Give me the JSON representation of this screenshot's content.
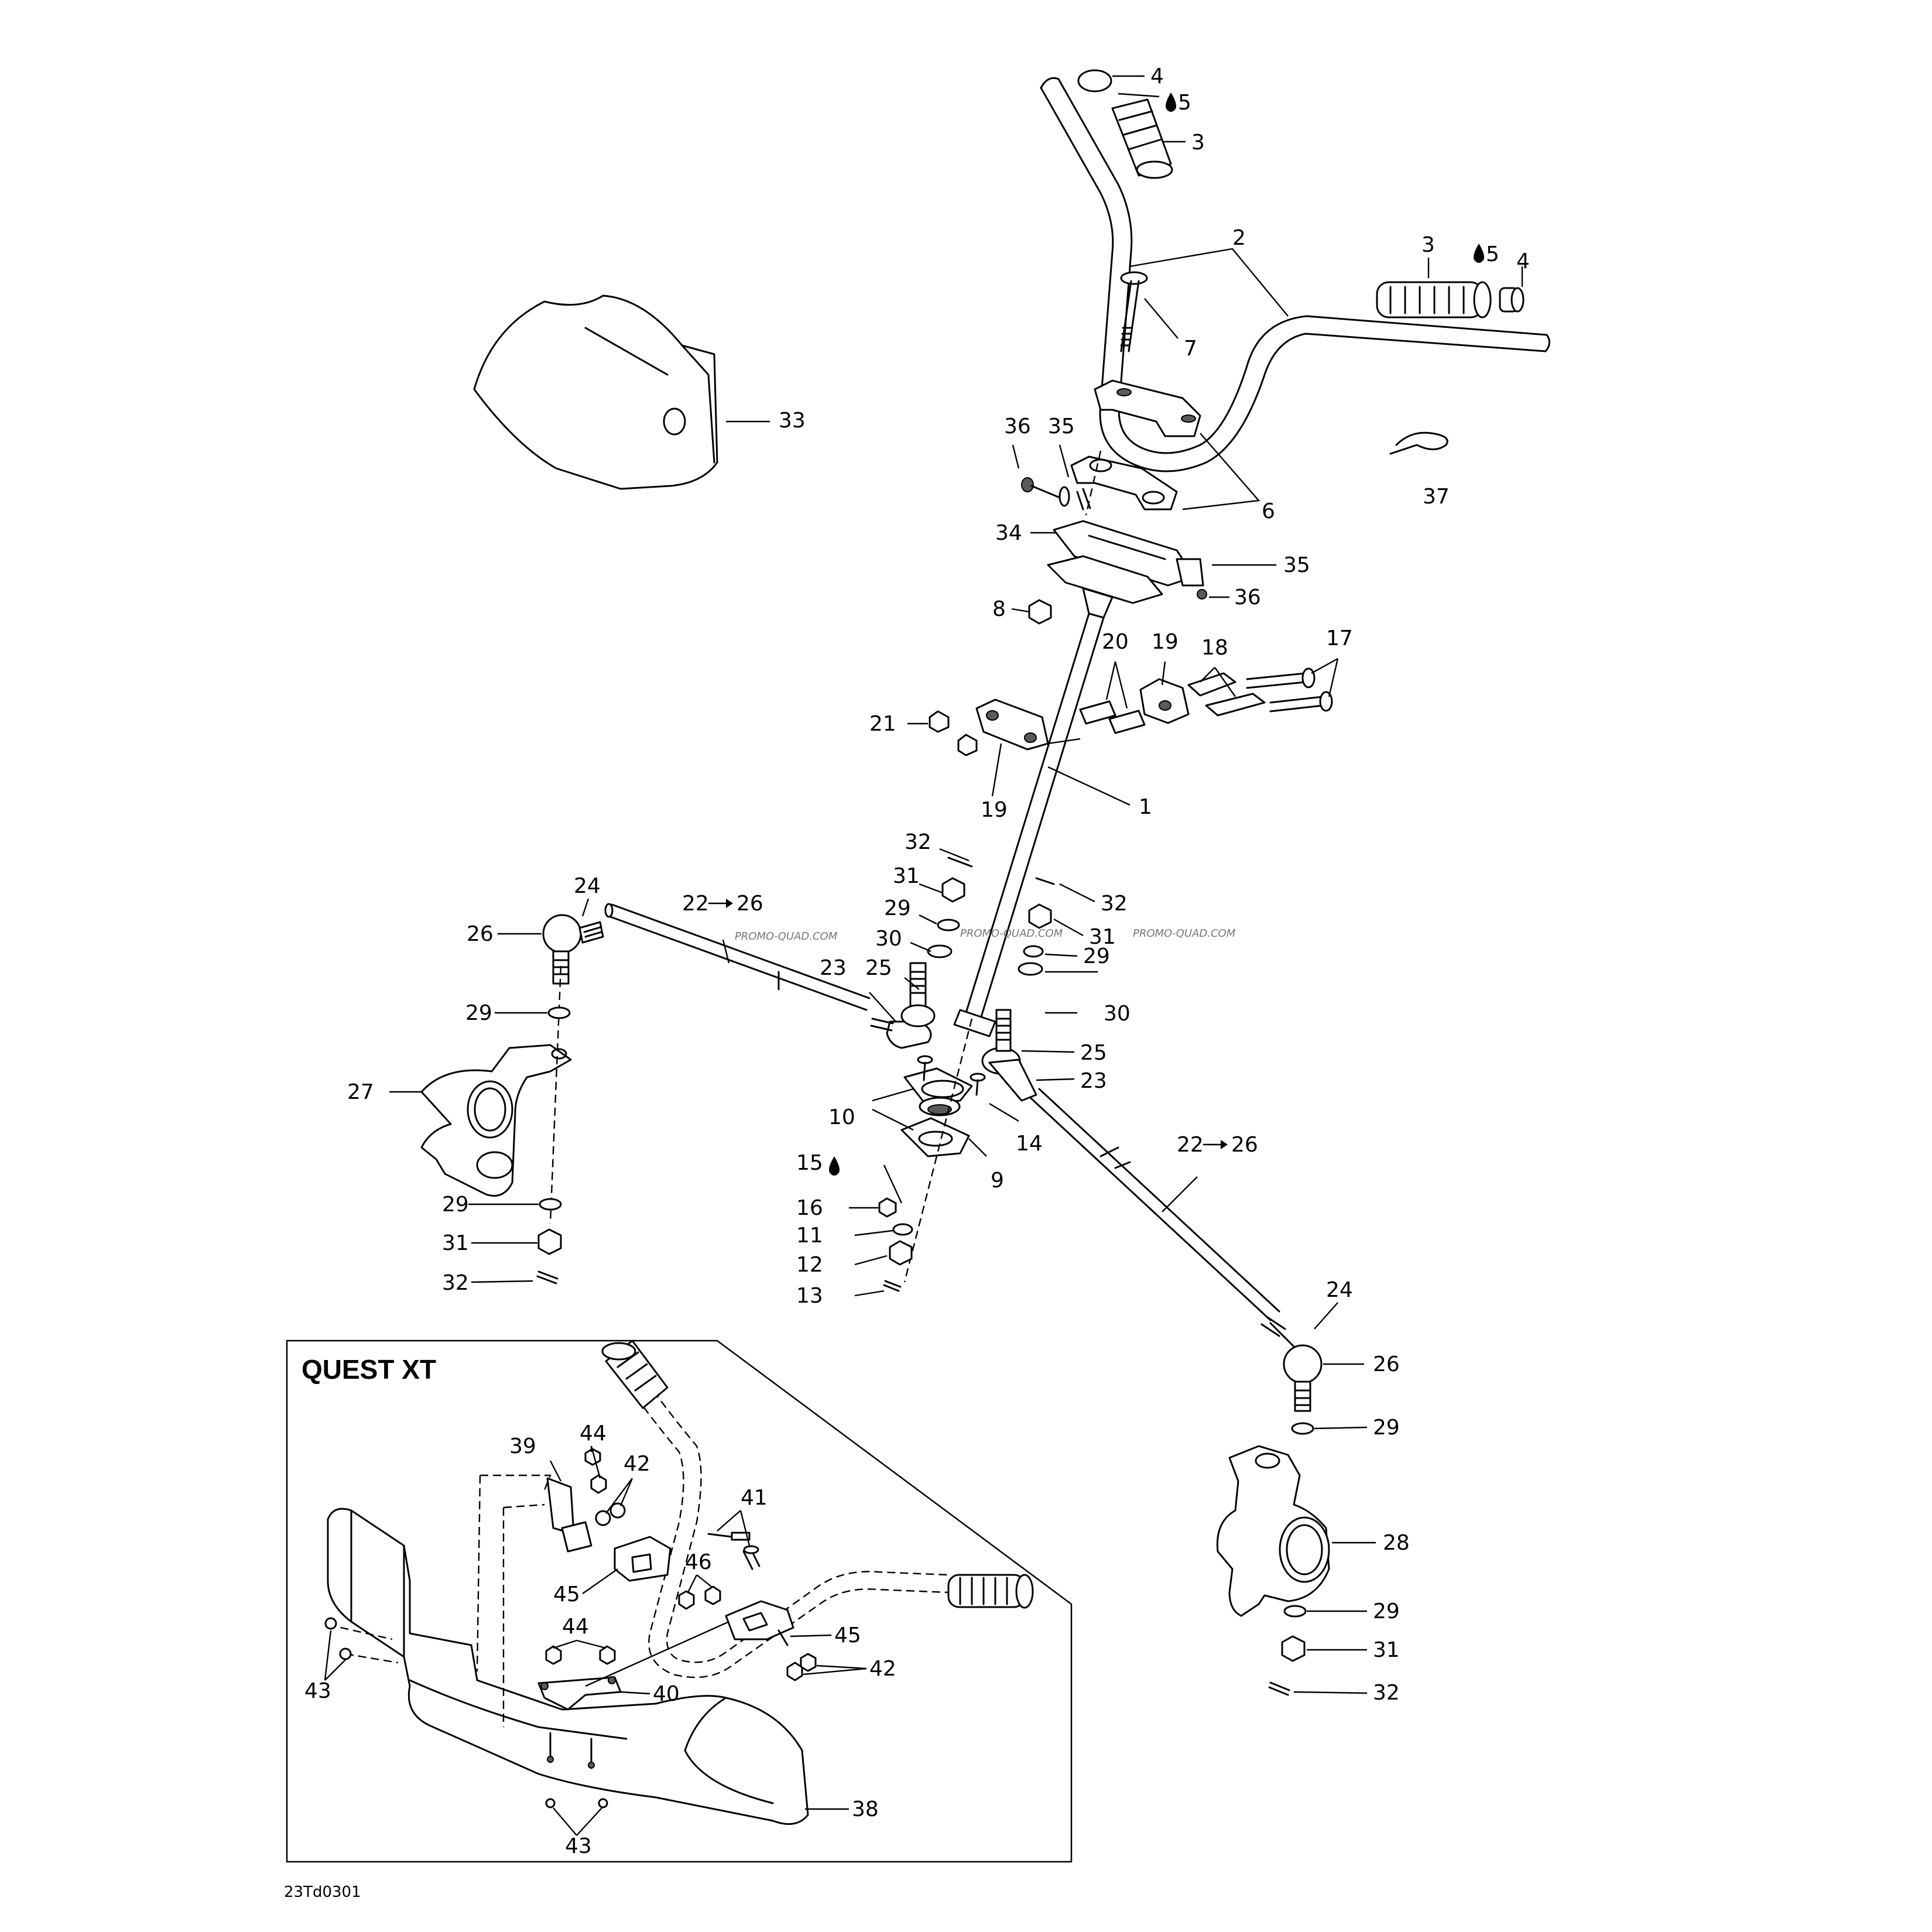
{
  "inset": {
    "title": "QUEST XT"
  },
  "drawing_code": "23Td0301",
  "watermark": "PROMO-QUAD.COM",
  "labels": {
    "n1": "1",
    "n2": "2",
    "n3a": "3",
    "n3b": "3",
    "n4a": "4",
    "n4b": "4",
    "n5a": "5",
    "n5b": "5",
    "n6": "6",
    "n7": "7",
    "n8": "8",
    "n9": "9",
    "n10": "10",
    "n11": "11",
    "n12": "12",
    "n13": "13",
    "n14": "14",
    "n15": "15",
    "n16": "16",
    "n17": "17",
    "n18": "18",
    "n19a": "19",
    "n19b": "19",
    "n20": "20",
    "n21": "21",
    "n22a": "22",
    "n26a_ref": "26",
    "n22b": "22",
    "n26b_ref": "26",
    "n23a": "23",
    "n23b": "23",
    "n24a": "24",
    "n24b": "24",
    "n25a": "25",
    "n25b": "25",
    "n26a": "26",
    "n26b": "26",
    "n27": "27",
    "n28": "28",
    "n29a": "29",
    "n29b": "29",
    "n29c": "29",
    "n29d": "29",
    "n29e": "29",
    "n29f": "29",
    "n30a": "30",
    "n30b": "30",
    "n31a": "31",
    "n31b": "31",
    "n31c": "31",
    "n31d": "31",
    "n32a": "32",
    "n32b": "32",
    "n32c": "32",
    "n32d": "32",
    "n33": "33",
    "n34": "34",
    "n35a": "35",
    "n35b": "35",
    "n36a": "36",
    "n36b": "36",
    "n37": "37",
    "n38": "38",
    "n39": "39",
    "n40": "40",
    "n41": "41",
    "n42a": "42",
    "n42b": "42",
    "n43a": "43",
    "n43b": "43",
    "n44a": "44",
    "n44b": "44",
    "n45a": "45",
    "n45b": "45",
    "n46": "46"
  }
}
